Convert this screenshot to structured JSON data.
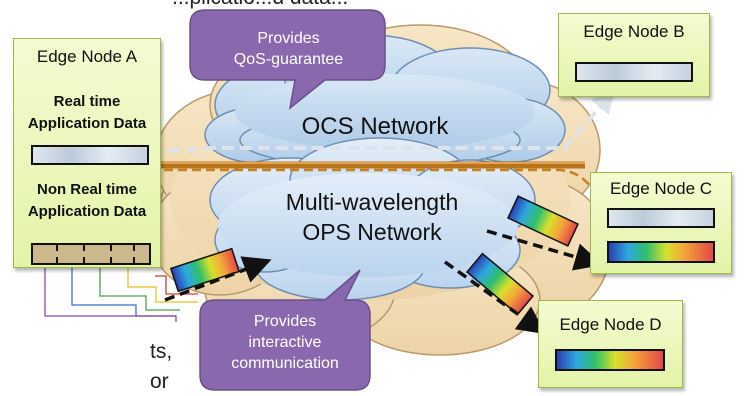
{
  "top_fragment": "...plicatio...d data...",
  "callouts": {
    "qos_line1": "Provides",
    "qos_line2": "QoS-guarantee",
    "interactive_line1": "Provides",
    "interactive_line2": "interactive",
    "interactive_line3": "communication"
  },
  "networks": {
    "ocs": "OCS Network",
    "ops_line1": "Multi-wavelength",
    "ops_line2": "OPS Network"
  },
  "nodes": {
    "a": {
      "title": "Edge Node A",
      "realtime_line1": "Real time",
      "realtime_line2": "Application Data",
      "nonrealtime_line1": "Non Real time",
      "nonrealtime_line2": "Application Data"
    },
    "b": {
      "title": "Edge Node B"
    },
    "c": {
      "title": "Edge Node C"
    },
    "d": {
      "title": "Edge Node D"
    }
  },
  "bottom_fragments": {
    "line1": "ts,",
    "line2": "or"
  },
  "colors": {
    "node_fill": "#e3f3a8",
    "callout_fill": "#8a68ad",
    "ocs_cloud": "#bcd6ee",
    "ops_cloud": "#c9ddf1",
    "outer_cloud": "#f2dcb6",
    "fiber": "#b87419",
    "orange_dashed": "#c8801f"
  }
}
